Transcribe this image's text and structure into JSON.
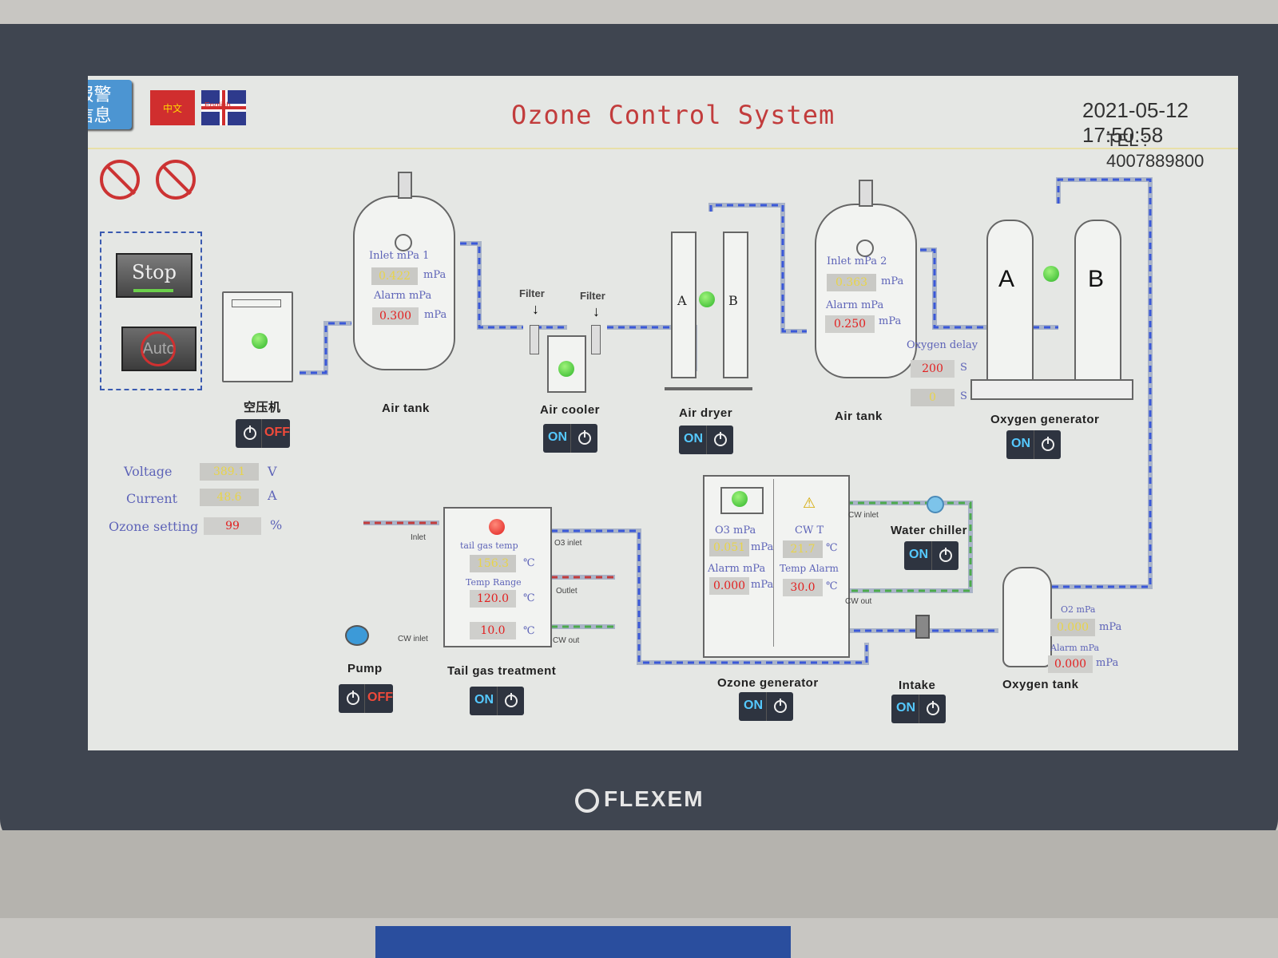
{
  "header": {
    "alarm_button": "报警\n信息",
    "title": "Ozone Control System",
    "datetime": "2021-05-12 17:50:58",
    "tel": "TEL : 4007889800",
    "lang_cn": "中文",
    "lang_en": "English"
  },
  "controls": {
    "stop_label": "Stop",
    "auto_label": "Auto"
  },
  "electrical": {
    "voltage_label": "Voltage",
    "voltage_value": "389.1",
    "voltage_unit": "V",
    "current_label": "Current",
    "current_value": "48.6",
    "current_unit": "A",
    "ozone_label": "Ozone setting",
    "ozone_value": "99",
    "ozone_unit": "%"
  },
  "compressor": {
    "label": "空压机",
    "state": "OFF"
  },
  "air_tank_1": {
    "label": "Air tank",
    "inlet_label": "Inlet mPa 1",
    "inlet_value": "0.422",
    "inlet_unit": "mPa",
    "alarm_label": "Alarm mPa",
    "alarm_value": "0.300",
    "alarm_unit": "mPa"
  },
  "filters": {
    "filter1": "Filter",
    "filter2": "Filter"
  },
  "air_cooler": {
    "label": "Air cooler",
    "state": "ON"
  },
  "air_dryer": {
    "label": "Air dryer",
    "state": "ON",
    "col_a": "A",
    "col_b": "B"
  },
  "air_tank_2": {
    "label": "Air tank",
    "inlet_label": "Inlet mPa 2",
    "inlet_value": "0.363",
    "inlet_unit": "mPa",
    "alarm_label": "Alarm mPa",
    "alarm_value": "0.250",
    "alarm_unit": "mPa"
  },
  "oxygen_generator": {
    "label": "Oxygen generator",
    "state": "ON",
    "col_a": "A",
    "col_b": "B",
    "delay_label": "Oxygen delay",
    "delay_value": "200",
    "delay_unit": "S",
    "delay2_value": "0",
    "delay2_unit": "S"
  },
  "tail_gas": {
    "label": "Tail gas treatment",
    "state": "ON",
    "temp_label": "tail gas temp",
    "temp_value": "156.3",
    "temp_unit": "℃",
    "range_label": "Temp Range",
    "range_value": "120.0",
    "range_unit": "℃",
    "range2_value": "10.0",
    "range2_unit": "℃",
    "inlet": "Inlet",
    "o3_inlet": "O3 inlet",
    "outlet": "Outlet",
    "cw_out": "CW out",
    "cw_inlet": "CW inlet"
  },
  "pump": {
    "label": "Pump",
    "state": "OFF"
  },
  "ozone_generator": {
    "label": "Ozone generator",
    "state": "ON",
    "o3_label": "O3 mPa",
    "o3_value": "0.051",
    "o3_unit": "mPa",
    "alarm_label": "Alarm mPa",
    "alarm_value": "0.000",
    "alarm_unit": "mPa",
    "cwt_label": "CW T",
    "cwt_value": "21.7",
    "cwt_unit": "℃",
    "talarm_label": "Temp Alarm",
    "talarm_value": "30.0",
    "talarm_unit": "℃",
    "cw_inlet": "CW inlet",
    "cw_out": "CW out"
  },
  "water_chiller": {
    "label": "Water chiller",
    "state": "ON"
  },
  "intake": {
    "label": "Intake",
    "state": "ON"
  },
  "oxygen_tank": {
    "label": "Oxygen tank",
    "o2_label": "O2 mPa",
    "o2_value": "0.000",
    "o2_unit": "mPa",
    "alarm_label": "Alarm mPa",
    "alarm_value": "0.000",
    "alarm_unit": "mPa"
  },
  "brand": "FLEXEM",
  "toggle": {
    "on": "ON",
    "off": "OFF"
  },
  "colors": {
    "pipe_air": "#3a58d8",
    "pipe_water": "#4caa4c",
    "pipe_tail": "#c23c3c",
    "accent": "#c23c3c"
  }
}
